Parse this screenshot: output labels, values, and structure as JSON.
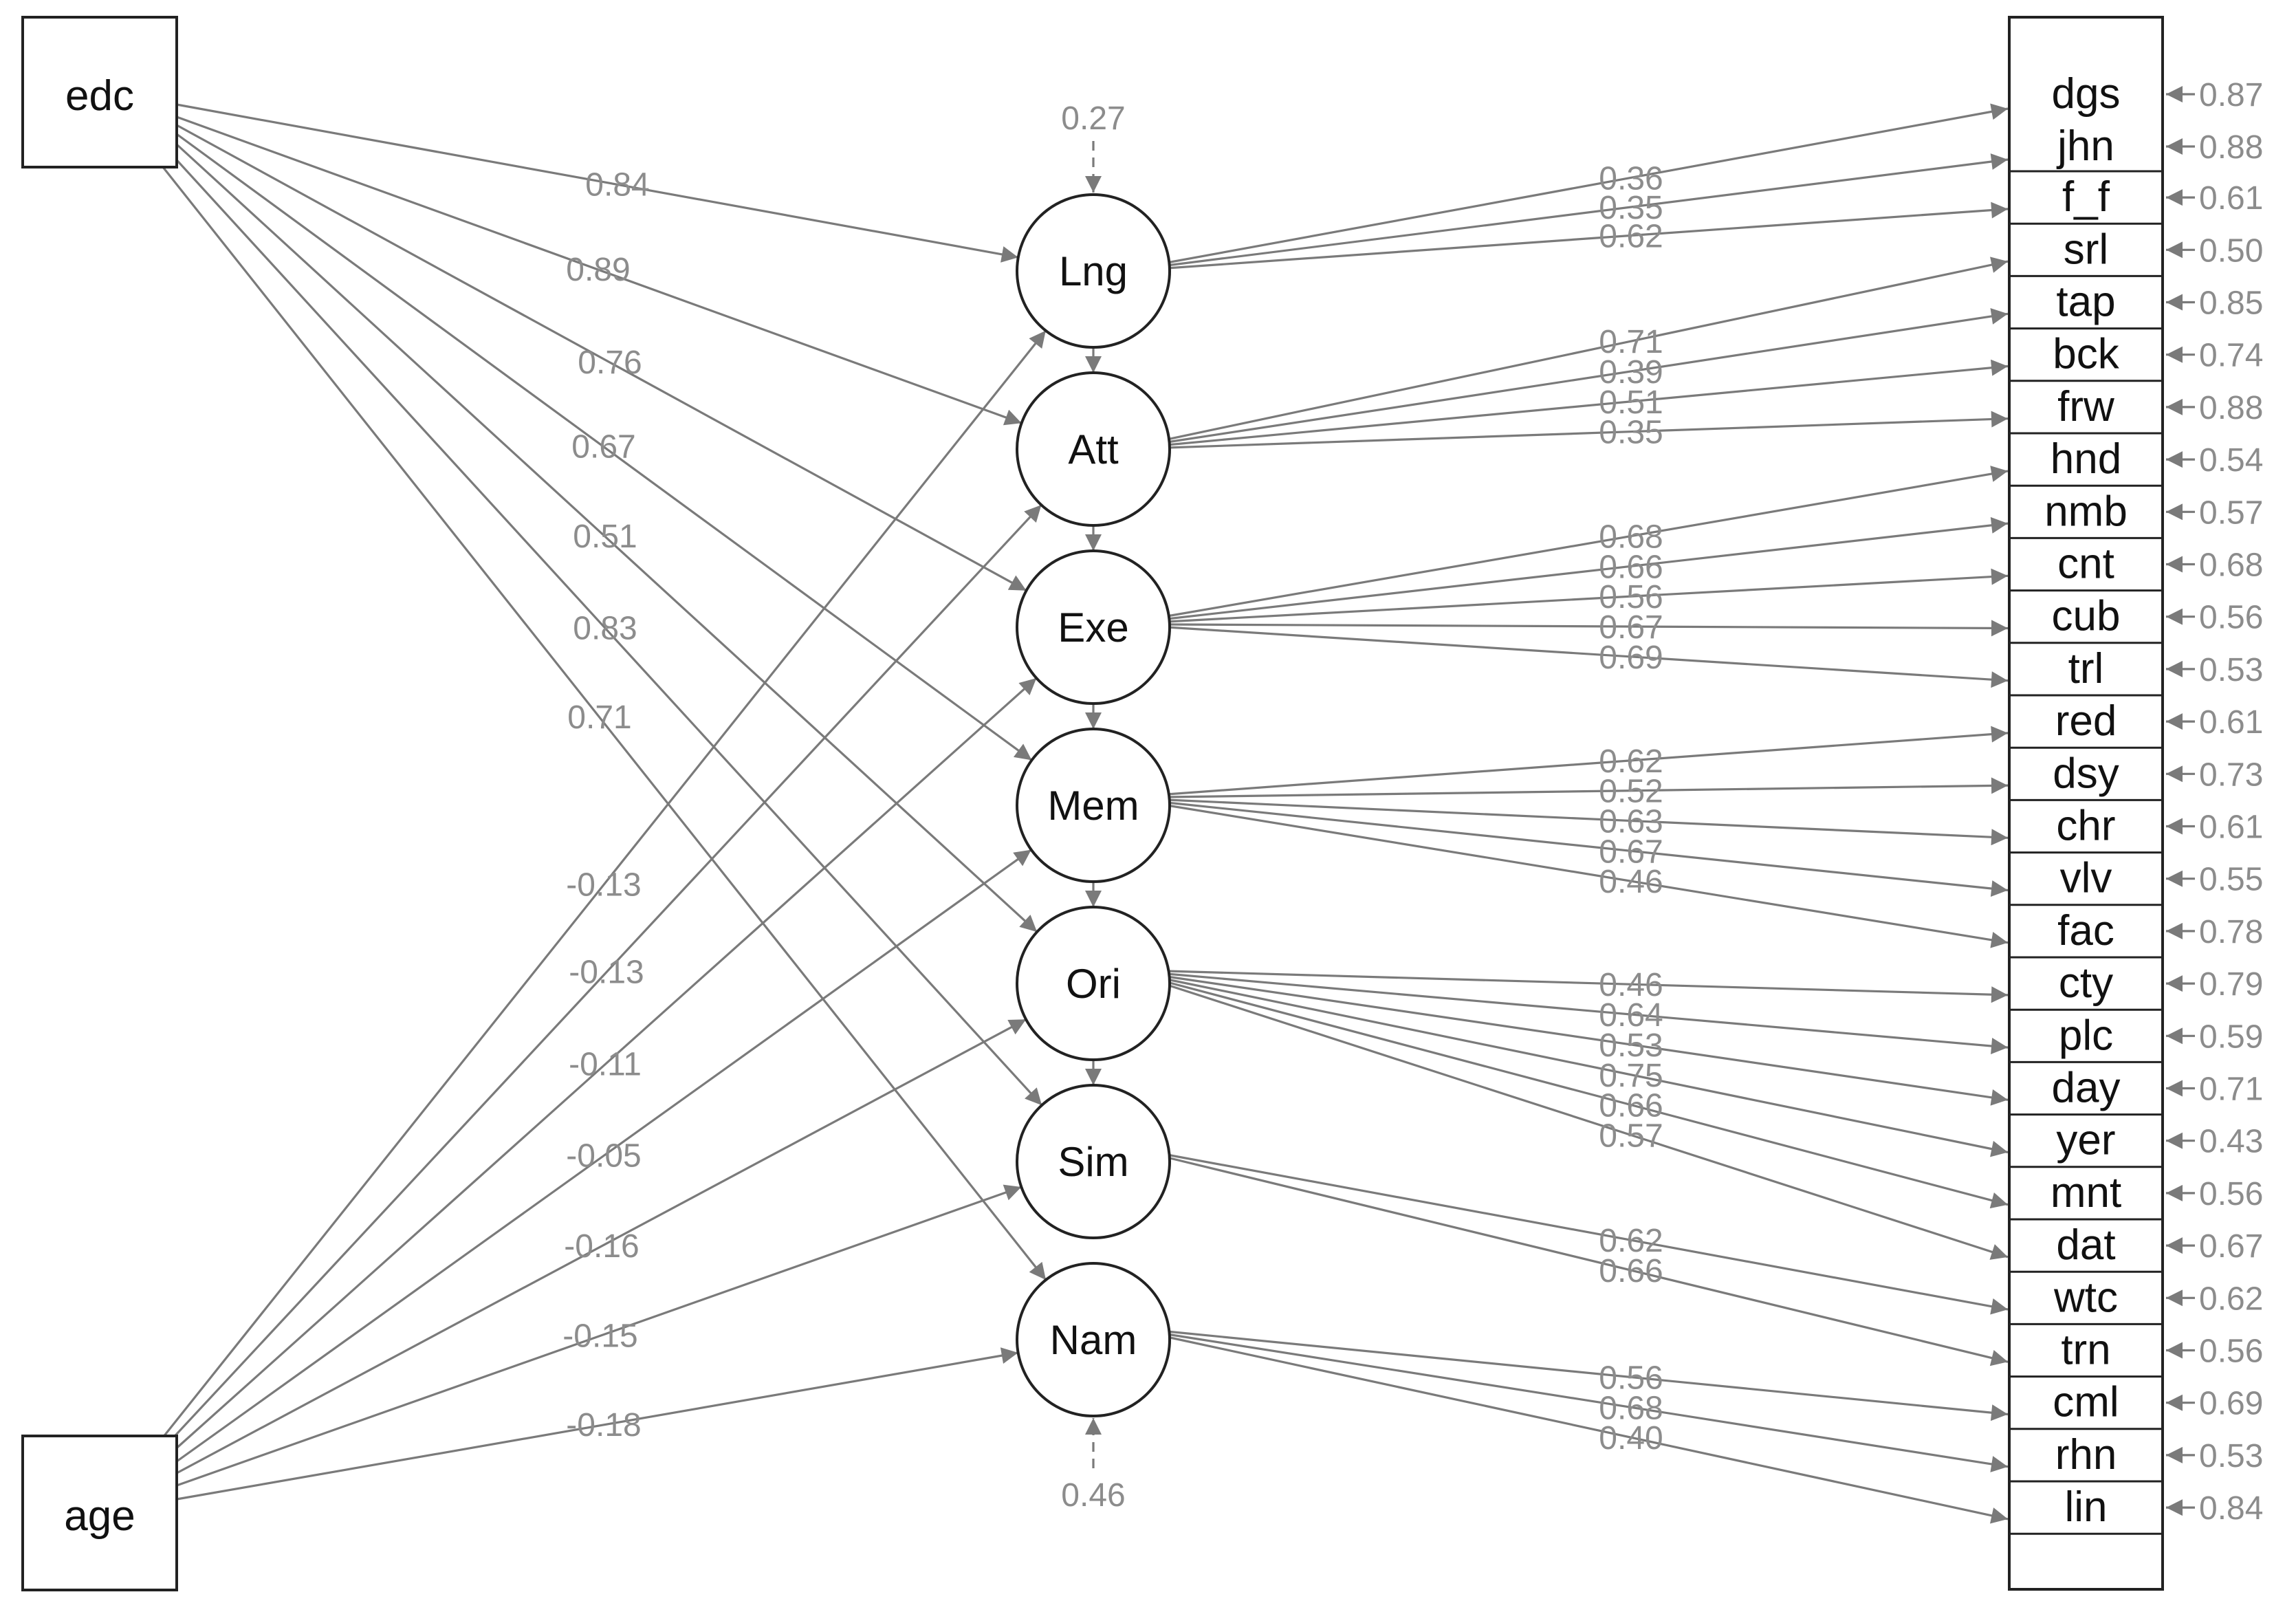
{
  "colors": {
    "edge": "#7a7a7a",
    "coef_text": "#8c8c8c",
    "outline": "#222222",
    "label_text": "#111111",
    "background": "#ffffff"
  },
  "observed_left": [
    {
      "id": "edc",
      "label": "edc"
    },
    {
      "id": "age",
      "label": "age"
    }
  ],
  "latents": [
    {
      "id": "Lng",
      "label": "Lng"
    },
    {
      "id": "Att",
      "label": "Att"
    },
    {
      "id": "Exe",
      "label": "Exe"
    },
    {
      "id": "Mem",
      "label": "Mem"
    },
    {
      "id": "Ori",
      "label": "Ori"
    },
    {
      "id": "Sim",
      "label": "Sim"
    },
    {
      "id": "Nam",
      "label": "Nam"
    }
  ],
  "latent_residuals": [
    {
      "target": "Lng",
      "value": "0.27"
    },
    {
      "target": "Nam",
      "value": "0.46"
    }
  ],
  "indicators": [
    {
      "label": "dgs",
      "residual": "0.87"
    },
    {
      "label": "jhn",
      "residual": "0.88"
    },
    {
      "label": "f_f",
      "residual": "0.61"
    },
    {
      "label": "srl",
      "residual": "0.50"
    },
    {
      "label": "tap",
      "residual": "0.85"
    },
    {
      "label": "bck",
      "residual": "0.74"
    },
    {
      "label": "frw",
      "residual": "0.88"
    },
    {
      "label": "hnd",
      "residual": "0.54"
    },
    {
      "label": "nmb",
      "residual": "0.57"
    },
    {
      "label": "cnt",
      "residual": "0.68"
    },
    {
      "label": "cub",
      "residual": "0.56"
    },
    {
      "label": "trl",
      "residual": "0.53"
    },
    {
      "label": "red",
      "residual": "0.61"
    },
    {
      "label": "dsy",
      "residual": "0.73"
    },
    {
      "label": "chr",
      "residual": "0.61"
    },
    {
      "label": "vlv",
      "residual": "0.55"
    },
    {
      "label": "fac",
      "residual": "0.78"
    },
    {
      "label": "cty",
      "residual": "0.79"
    },
    {
      "label": "plc",
      "residual": "0.59"
    },
    {
      "label": "day",
      "residual": "0.71"
    },
    {
      "label": "yer",
      "residual": "0.43"
    },
    {
      "label": "mnt",
      "residual": "0.56"
    },
    {
      "label": "dat",
      "residual": "0.67"
    },
    {
      "label": "wtc",
      "residual": "0.62"
    },
    {
      "label": "trn",
      "residual": "0.56"
    },
    {
      "label": "cml",
      "residual": "0.69"
    },
    {
      "label": "rhn",
      "residual": "0.53"
    },
    {
      "label": "lin",
      "residual": "0.84"
    }
  ],
  "edc_paths": [
    {
      "to": "Lng",
      "value": "0.84"
    },
    {
      "to": "Att",
      "value": "0.89"
    },
    {
      "to": "Exe",
      "value": "0.76"
    },
    {
      "to": "Mem",
      "value": "0.67"
    },
    {
      "to": "Ori",
      "value": "0.51"
    },
    {
      "to": "Sim",
      "value": "0.83"
    },
    {
      "to": "Nam",
      "value": "0.71"
    }
  ],
  "age_paths": [
    {
      "to": "Lng",
      "value": "-0.13"
    },
    {
      "to": "Att",
      "value": "-0.13"
    },
    {
      "to": "Exe",
      "value": "-0.11"
    },
    {
      "to": "Mem",
      "value": "-0.05"
    },
    {
      "to": "Ori",
      "value": "-0.16"
    },
    {
      "to": "Sim",
      "value": "-0.15"
    },
    {
      "to": "Nam",
      "value": "-0.18"
    }
  ],
  "loadings": [
    {
      "from": "Lng",
      "to": "dgs",
      "value": "0.36"
    },
    {
      "from": "Lng",
      "to": "jhn",
      "value": "0.35"
    },
    {
      "from": "Lng",
      "to": "f_f",
      "value": "0.62"
    },
    {
      "from": "Att",
      "to": "srl",
      "value": "0.71"
    },
    {
      "from": "Att",
      "to": "tap",
      "value": "0.39"
    },
    {
      "from": "Att",
      "to": "bck",
      "value": "0.51"
    },
    {
      "from": "Att",
      "to": "frw",
      "value": "0.35"
    },
    {
      "from": "Exe",
      "to": "hnd",
      "value": "0.68"
    },
    {
      "from": "Exe",
      "to": "nmb",
      "value": "0.66"
    },
    {
      "from": "Exe",
      "to": "cnt",
      "value": "0.56"
    },
    {
      "from": "Exe",
      "to": "cub",
      "value": "0.67"
    },
    {
      "from": "Exe",
      "to": "trl",
      "value": "0.69"
    },
    {
      "from": "Mem",
      "to": "red",
      "value": "0.62"
    },
    {
      "from": "Mem",
      "to": "dsy",
      "value": "0.52"
    },
    {
      "from": "Mem",
      "to": "chr",
      "value": "0.63"
    },
    {
      "from": "Mem",
      "to": "vlv",
      "value": "0.67"
    },
    {
      "from": "Mem",
      "to": "fac",
      "value": "0.46"
    },
    {
      "from": "Ori",
      "to": "cty",
      "value": "0.46"
    },
    {
      "from": "Ori",
      "to": "plc",
      "value": "0.64"
    },
    {
      "from": "Ori",
      "to": "day",
      "value": "0.53"
    },
    {
      "from": "Ori",
      "to": "yer",
      "value": "0.75"
    },
    {
      "from": "Ori",
      "to": "mnt",
      "value": "0.66"
    },
    {
      "from": "Ori",
      "to": "dat",
      "value": "0.57"
    },
    {
      "from": "Sim",
      "to": "wtc",
      "value": "0.62"
    },
    {
      "from": "Sim",
      "to": "trn",
      "value": "0.66"
    },
    {
      "from": "Nam",
      "to": "cml",
      "value": "0.56"
    },
    {
      "from": "Nam",
      "to": "rhn",
      "value": "0.68"
    },
    {
      "from": "Nam",
      "to": "lin",
      "value": "0.40"
    }
  ],
  "chain": [
    {
      "from": "Lng",
      "to": "Att"
    },
    {
      "from": "Att",
      "to": "Exe"
    },
    {
      "from": "Exe",
      "to": "Mem"
    },
    {
      "from": "Mem",
      "to": "Ori"
    },
    {
      "from": "Ori",
      "to": "Sim"
    }
  ]
}
